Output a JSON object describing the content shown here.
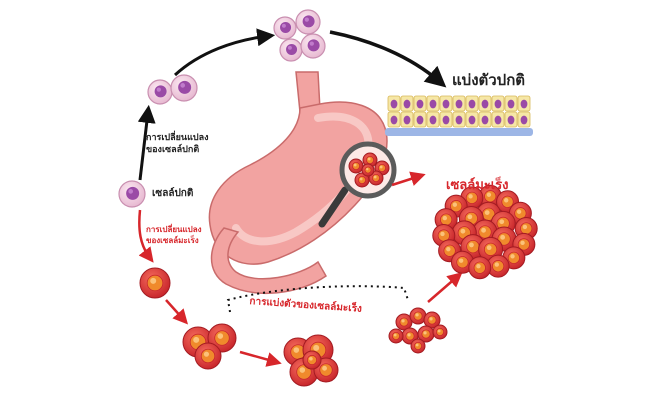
{
  "labels": {
    "normal_division": "แบ่งตัวปกติ",
    "normal_change": "การเปลี่ยนแปลง\nของเซลล์ปกติ",
    "normal_cell": "เซลล์ปกติ",
    "cancer_change": "การเปลี่ยนแปลง\nของเซลล์มะเร็ง",
    "cancer_cell": "เซลล์มะเร็ง",
    "cancer_division": "การแบ่งตัวของเซลล์มะเร็ง"
  },
  "colors": {
    "normal_cell": "#f3d3e4",
    "normal_nucleus": "#9a4aa6",
    "cancer_cell": "#e63c3c",
    "cancer_nucleus": "#f08a2c",
    "stomach": "#f2a3a1",
    "arrow_black": "#111111",
    "arrow_red": "#d7262b",
    "tissue_cell": "#f6e7a6"
  }
}
